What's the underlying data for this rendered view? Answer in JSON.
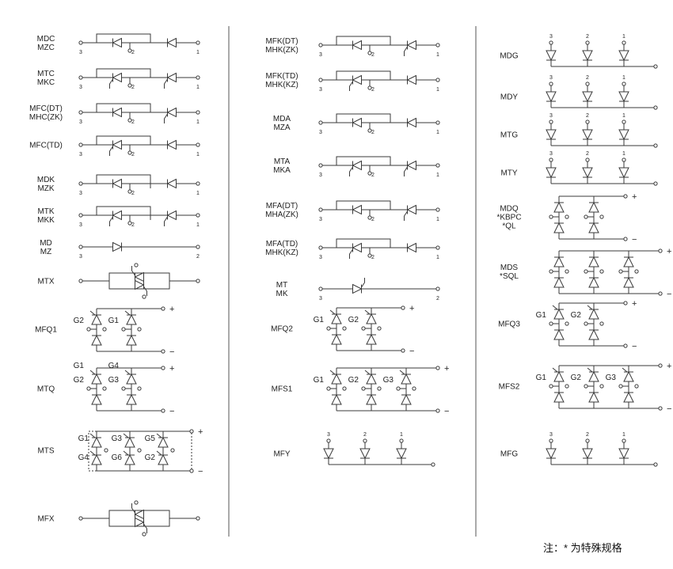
{
  "colors": {
    "line": "#3a3a3a",
    "text": "#222222",
    "background": "#ffffff"
  },
  "note": "注：* 为特殊规格",
  "signs": {
    "plus": "+",
    "minus": "−"
  },
  "columns": [
    [
      {
        "lines": [
          "MDC",
          "MZC"
        ],
        "type": "pair",
        "dev1": "diode",
        "dev2": "diode",
        "pins": [
          "3",
          "2",
          "1"
        ]
      },
      {
        "lines": [
          "MTC",
          "MKC"
        ],
        "type": "pair",
        "dev1": "scr",
        "dev2": "scr",
        "pins": [
          "3",
          "2",
          "1"
        ]
      },
      {
        "lines": [
          "MFC(DT)",
          "MHC(ZK)"
        ],
        "type": "pair",
        "dev1": "diode",
        "dev2": "scr",
        "pins": [
          "3",
          "2",
          "1"
        ]
      },
      {
        "lines": [
          "MFC(TD)"
        ],
        "type": "pair",
        "dev1": "scr",
        "dev2": "diode",
        "pins": [
          "3",
          "2",
          "1"
        ]
      },
      {
        "lines": [
          "MDK",
          "MZK"
        ],
        "type": "pair2",
        "dev1": "diode",
        "dev2": "diode",
        "pins": [
          "3",
          "2",
          "1"
        ]
      },
      {
        "lines": [
          "MTK",
          "MKK"
        ],
        "type": "pair2",
        "dev1": "scr",
        "dev2": "scr",
        "pins": [
          "3",
          "2",
          "1"
        ]
      },
      {
        "lines": [
          "MD",
          "MZ"
        ],
        "type": "single",
        "dev1": "diode",
        "pins": [
          "3",
          "2"
        ]
      },
      {
        "lines": [
          "MTX"
        ],
        "type": "triac"
      },
      {
        "lines": [
          "MFQ1"
        ],
        "type": "bridge",
        "n": 2,
        "gates": [
          "G2",
          "G1"
        ]
      },
      {
        "lines": [
          "MTQ"
        ],
        "type": "bridge",
        "n": 2,
        "gates": [
          "G2",
          "G3",
          "G1",
          "G4"
        ]
      },
      {
        "lines": [
          "MTS"
        ],
        "type": "bridge6",
        "gates": [
          "G1",
          "G3",
          "G5",
          "G4",
          "G6",
          "G2"
        ]
      },
      {
        "lines": [
          "MFX"
        ],
        "type": "triac"
      }
    ],
    [
      {
        "lines": [
          "MFK(DT)",
          "MHK(ZK)"
        ],
        "type": "pair",
        "dev1": "diode",
        "dev2": "scr",
        "pins": [
          "3",
          "2",
          "1"
        ]
      },
      {
        "lines": [
          "MFK(TD)",
          "MHK(KZ)"
        ],
        "type": "pair",
        "dev1": "scr",
        "dev2": "diode",
        "pins": [
          "3",
          "2",
          "1"
        ]
      },
      {
        "lines": [
          "MDA",
          "MZA"
        ],
        "type": "pair",
        "dev1": "diode",
        "dev2": "diode",
        "pins": [
          "3",
          "2",
          "1"
        ]
      },
      {
        "lines": [
          "MTA",
          "MKA"
        ],
        "type": "pair",
        "dev1": "scr",
        "dev2": "scr",
        "pins": [
          "3",
          "2",
          "1"
        ]
      },
      {
        "lines": [
          "MFA(DT)",
          "MHA(ZK)"
        ],
        "type": "pair",
        "dev1": "diode",
        "dev2": "scr",
        "pins": [
          "3",
          "2",
          "1"
        ]
      },
      {
        "lines": [
          "MFA(TD)",
          "MHK(KZ)"
        ],
        "type": "pair",
        "dev1": "scr",
        "dev2": "diode",
        "pins": [
          "3",
          "2",
          "1"
        ]
      },
      {
        "lines": [
          "MT",
          "MK"
        ],
        "type": "single",
        "dev1": "scr",
        "pins": [
          "3",
          "2"
        ]
      },
      {
        "lines": [
          "MFQ2"
        ],
        "type": "bridge",
        "n": 2,
        "gates": [
          "G1",
          "G2"
        ]
      },
      {
        "lines": [
          "MFS1"
        ],
        "type": "bridge",
        "n": 3,
        "gates": [
          "G1",
          "G2",
          "G3"
        ]
      },
      {
        "lines": [
          "MFY"
        ],
        "type": "trio",
        "pins": [
          "3",
          "2",
          "1"
        ]
      }
    ],
    [
      {
        "lines": [
          "MDG"
        ],
        "type": "trio",
        "pins": [
          "3",
          "2",
          "1"
        ]
      },
      {
        "lines": [
          "MDY"
        ],
        "type": "trio",
        "pins": [
          "3",
          "2",
          "1"
        ]
      },
      {
        "lines": [
          "MTG"
        ],
        "type": "trio",
        "pins": [
          "3",
          "2",
          "1"
        ]
      },
      {
        "lines": [
          "MTY"
        ],
        "type": "trio",
        "pins": [
          "3",
          "2",
          "1"
        ]
      },
      {
        "lines": [
          "MDQ",
          "*KBPC",
          "*QL"
        ],
        "type": "bridge",
        "n": 2,
        "gates": []
      },
      {
        "lines": [
          "MDS",
          "*SQL"
        ],
        "type": "bridge",
        "n": 3,
        "gates": []
      },
      {
        "lines": [
          "MFQ3"
        ],
        "type": "bridge",
        "n": 2,
        "gates": [
          "G1",
          "G2"
        ]
      },
      {
        "lines": [
          "MFS2"
        ],
        "type": "bridge",
        "n": 3,
        "gates": [
          "G1",
          "G2",
          "G3"
        ]
      },
      {
        "lines": [
          "MFG"
        ],
        "type": "trio",
        "pins": [
          "3",
          "2",
          "1"
        ]
      }
    ]
  ]
}
